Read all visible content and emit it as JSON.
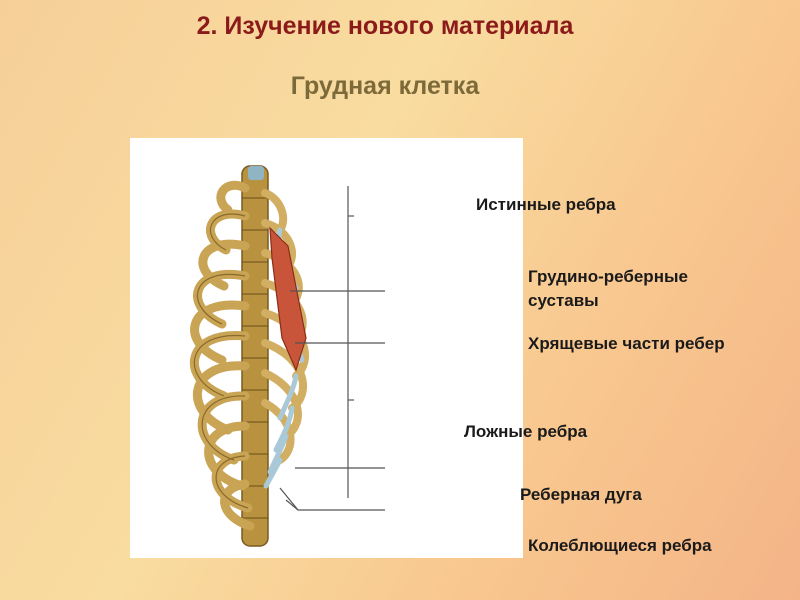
{
  "slide": {
    "title": "2. Изучение нового материала",
    "subtitle": "Грудная клетка"
  },
  "figure": {
    "image": "rib-cage-illustration",
    "labels": {
      "true_ribs": "Истинные ребра",
      "sternocostal_joints": "Грудино-реберные суставы",
      "costal_cartilage": "Хрящевые части ребер",
      "false_ribs": "Ложные ребра",
      "costal_arch": "Реберная дуга",
      "floating_ribs": "Колеблющиеся ребра"
    }
  },
  "colors": {
    "title": "#8b1b1b",
    "subtitle": "#7d6a3a",
    "bone": "#c9a455",
    "bone_dark": "#8a6a2a",
    "cartilage": "#a9c9d8",
    "sternum": "#c8553a"
  }
}
